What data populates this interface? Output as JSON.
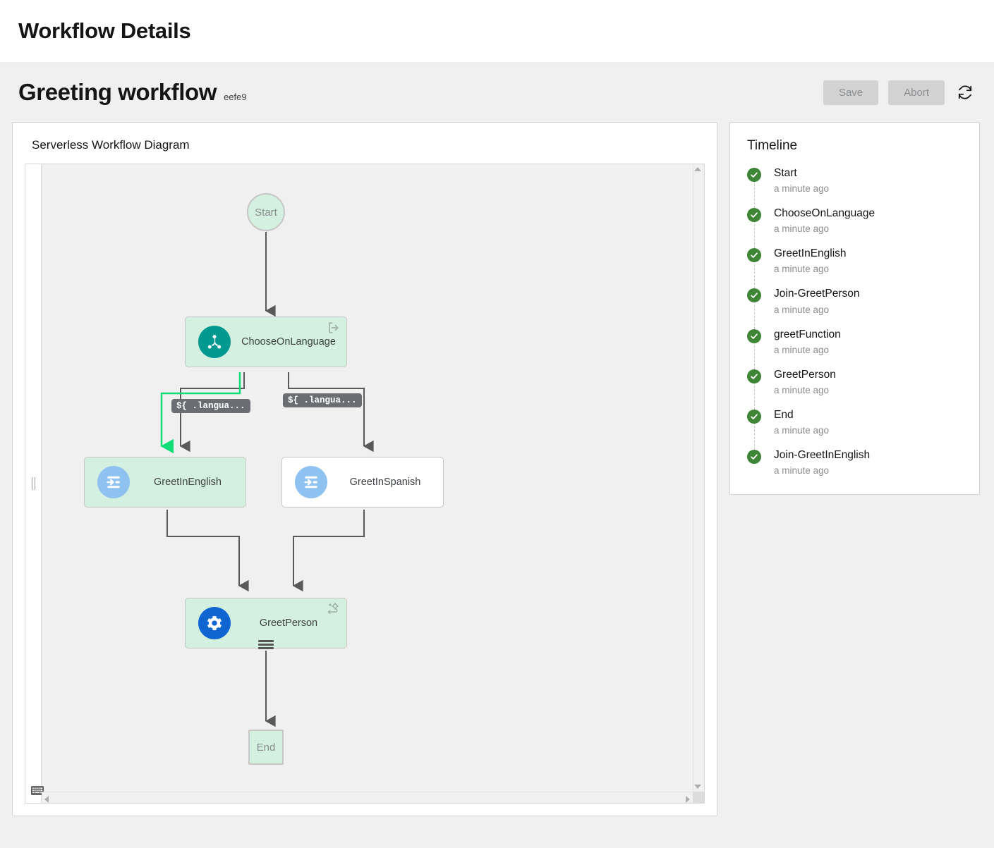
{
  "topbar": {
    "title": "Workflow Details"
  },
  "header": {
    "workflow_name": "Greeting workflow",
    "workflow_id": "eefe9",
    "save_label": "Save",
    "abort_label": "Abort",
    "refresh_icon": "refresh-sync-icon"
  },
  "diagram": {
    "card_title": "Serverless Workflow Diagram",
    "keyboard_icon": "keyboard-shortcuts-icon",
    "colors": {
      "executed_node_fill": "#d4f0e0",
      "executed_path": "#10dd75",
      "default_edge": "#595959",
      "icon_teal": "#00988f",
      "icon_light_blue": "#8fc2f0",
      "icon_dark_blue": "#0f66d0",
      "edge_label_bg": "#6a6e73"
    },
    "nodes": [
      {
        "id": "start",
        "label": "Start",
        "kind": "start",
        "state": "executed"
      },
      {
        "id": "chooseOnLanguage",
        "label": "ChooseOnLanguage",
        "kind": "switch",
        "state": "executed",
        "icon": "branch-fork-icon",
        "badge": "exit-arrow-icon"
      },
      {
        "id": "greetInEnglish",
        "label": "GreetInEnglish",
        "kind": "inject",
        "state": "executed",
        "icon": "inject-data-icon"
      },
      {
        "id": "greetInSpanish",
        "label": "GreetInSpanish",
        "kind": "inject",
        "state": "default",
        "icon": "inject-data-icon"
      },
      {
        "id": "greetPerson",
        "label": "GreetPerson",
        "kind": "operation",
        "state": "executed",
        "icon": "gear-icon",
        "badge": "service-call-icon"
      },
      {
        "id": "end",
        "label": "End",
        "kind": "end",
        "state": "executed"
      }
    ],
    "edge_labels": [
      {
        "id": "edge-english",
        "text": "${ .langua..."
      },
      {
        "id": "edge-spanish",
        "text": "${ .langua..."
      }
    ]
  },
  "timeline": {
    "title": "Timeline",
    "items": [
      {
        "label": "Start",
        "time": "a minute ago",
        "status": "success"
      },
      {
        "label": "ChooseOnLanguage",
        "time": "a minute ago",
        "status": "success"
      },
      {
        "label": "GreetInEnglish",
        "time": "a minute ago",
        "status": "success"
      },
      {
        "label": "Join-GreetPerson",
        "time": "a minute ago",
        "status": "success"
      },
      {
        "label": "greetFunction",
        "time": "a minute ago",
        "status": "success"
      },
      {
        "label": "GreetPerson",
        "time": "a minute ago",
        "status": "success"
      },
      {
        "label": "End",
        "time": "a minute ago",
        "status": "success"
      },
      {
        "label": "Join-GreetInEnglish",
        "time": "a minute ago",
        "status": "success"
      }
    ]
  }
}
